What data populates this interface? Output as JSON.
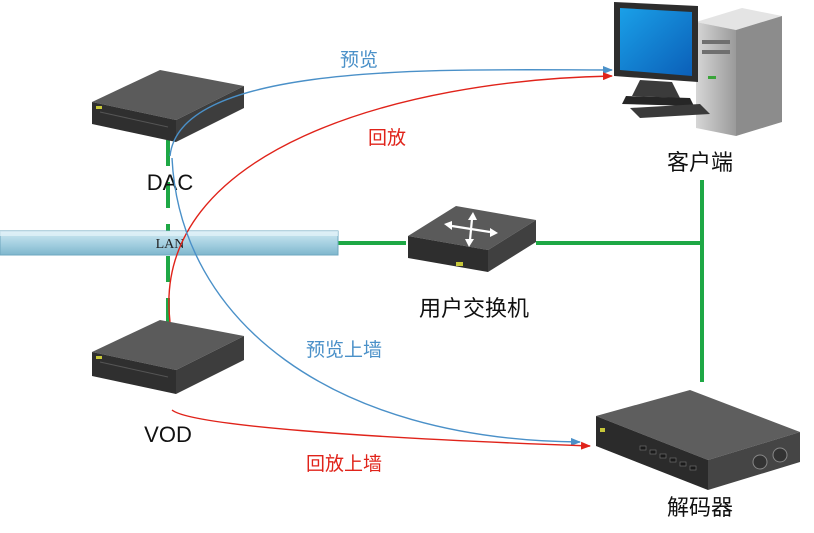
{
  "nodes": {
    "dac": {
      "label": "DAC",
      "icon": "rack-server-icon"
    },
    "vod": {
      "label": "VOD",
      "icon": "rack-server-icon"
    },
    "switch": {
      "label": "用户交换机",
      "icon": "network-switch-icon"
    },
    "client": {
      "label": "客户端",
      "icon": "desktop-computer-icon"
    },
    "decoder": {
      "label": "解码器",
      "icon": "decoder-device-icon"
    },
    "lan": {
      "label": "LAN"
    }
  },
  "flows": {
    "preview": {
      "label": "预览",
      "color": "#4a90c8"
    },
    "playback": {
      "label": "回放",
      "color": "#e0231a"
    },
    "preview_wall": {
      "label": "预览上墙",
      "color": "#4a90c8"
    },
    "playback_wall": {
      "label": "回放上墙",
      "color": "#e0231a"
    }
  },
  "colors": {
    "network_link": "#1ea845",
    "lan_bar": "#a9d4e4"
  }
}
